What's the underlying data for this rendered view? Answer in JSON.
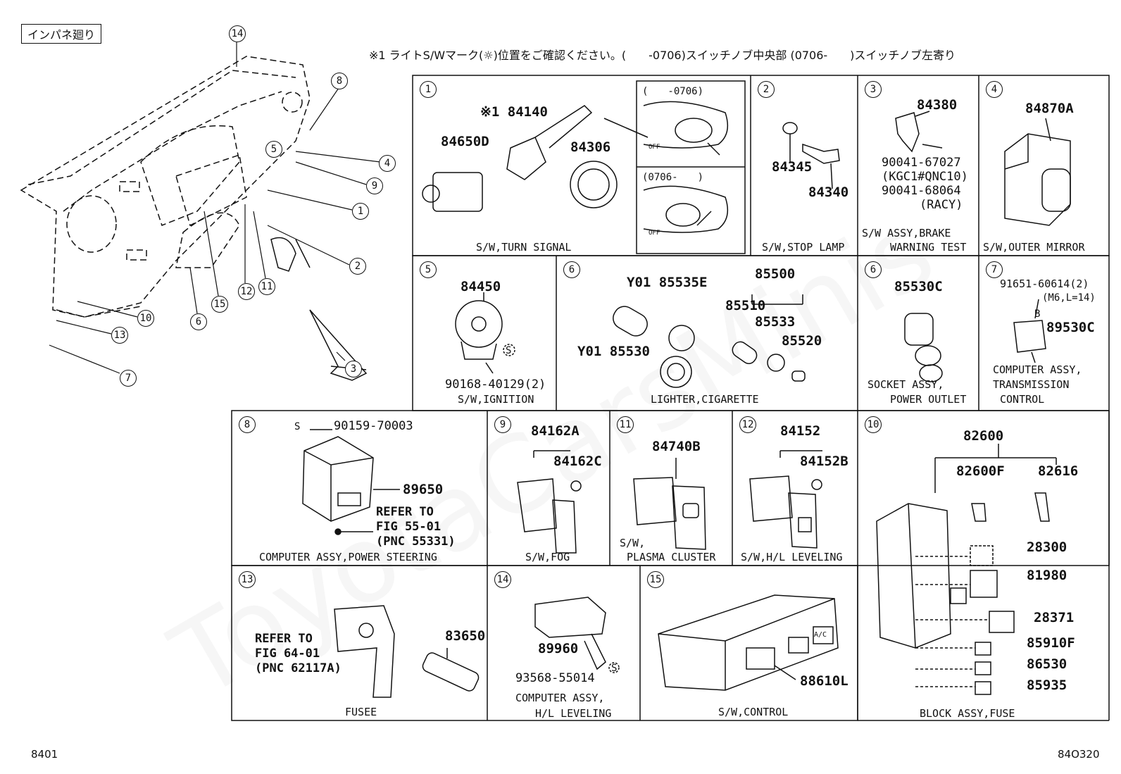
{
  "header": {
    "title": "インパネ廻り",
    "note": "※1 ライトS/Wマーク(☼)位置をご確認ください。(　　-0706)スイッチノブ中央部 (0706-　　)スイッチノブ左寄り"
  },
  "footer": {
    "left_code": "8401",
    "right_code": "84O320"
  },
  "watermark": "ToyotaCarsMinis",
  "overview": {
    "callouts": [
      "14",
      "8",
      "5",
      "4",
      "9",
      "1",
      "2",
      "3",
      "12",
      "11",
      "15",
      "6",
      "10",
      "13",
      "7"
    ]
  },
  "panels": {
    "p1": {
      "num": "1",
      "caption": "S/W,TURN SIGNAL",
      "parts": [
        "※1 84140",
        "84650D",
        "84306"
      ],
      "inset_top": "(　　-0706)",
      "inset_bottom": "(0706-　　)",
      "off_a": "OFF",
      "off_b": "OFF"
    },
    "p2": {
      "num": "2",
      "caption": "S/W,STOP LAMP",
      "parts": [
        "84345",
        "84340"
      ]
    },
    "p3": {
      "num": "3",
      "caption_1": "S/W ASSY,BRAKE",
      "caption_2": "WARNING TEST",
      "parts": [
        "84380",
        "90041-67027",
        "(KGC1#QNC10)",
        "90041-68064",
        "(RACY)"
      ]
    },
    "p4": {
      "num": "4",
      "caption": "S/W,OUTER MIRROR",
      "parts": [
        "84870A"
      ]
    },
    "p5": {
      "num": "5",
      "caption": "S/W,IGNITION",
      "parts": [
        "84450",
        "90168-40129(2)"
      ],
      "marker": "S"
    },
    "p6a": {
      "num": "6",
      "caption": "LIGHTER,CIGARETTE",
      "parts": [
        "Y01 85535E",
        "85500",
        "85510",
        "85533",
        "85520",
        "Y01 85530"
      ]
    },
    "p6b": {
      "num": "6",
      "caption_1": "SOCKET ASSY,",
      "caption_2": "POWER OUTLET",
      "parts": [
        "85530C"
      ]
    },
    "p7": {
      "num": "7",
      "caption_1": "COMPUTER ASSY,",
      "caption_2": "TRANSMISSION",
      "caption_3": "CONTROL",
      "parts": [
        "91651-60614(2)",
        "(M6,L=14)",
        "89530C"
      ],
      "marker": "B"
    },
    "p8": {
      "num": "8",
      "caption": "COMPUTER ASSY,POWER STEERING",
      "parts": [
        "90159-70003",
        "89650",
        "REFER TO",
        "FIG 55-01",
        "(PNC 55331)"
      ],
      "marker": "S"
    },
    "p9": {
      "num": "9",
      "caption": "S/W,FOG",
      "parts": [
        "84162A",
        "84162C"
      ]
    },
    "p11": {
      "num": "11",
      "caption_1": "S/W,",
      "caption_2": "PLASMA CLUSTER",
      "parts": [
        "84740B"
      ]
    },
    "p12": {
      "num": "12",
      "caption": "S/W,H/L LEVELING",
      "parts": [
        "84152",
        "84152B"
      ]
    },
    "p10": {
      "num": "10",
      "caption": "BLOCK ASSY,FUSE",
      "parts": [
        "82600",
        "82600F",
        "82616",
        "28300",
        "81980",
        "28371",
        "85910F",
        "86530",
        "85935"
      ]
    },
    "p13": {
      "num": "13",
      "caption": "FUSEE",
      "parts": [
        "83650",
        "REFER TO",
        "FIG 64-01",
        "(PNC 62117A)"
      ]
    },
    "p14": {
      "num": "14",
      "caption_1": "COMPUTER ASSY,",
      "caption_2": "H/L LEVELING",
      "parts": [
        "89960",
        "93568-55014"
      ],
      "marker": "S"
    },
    "p15": {
      "num": "15",
      "caption": "S/W,CONTROL",
      "parts": [
        "88610L"
      ],
      "btn": "A/C"
    }
  }
}
